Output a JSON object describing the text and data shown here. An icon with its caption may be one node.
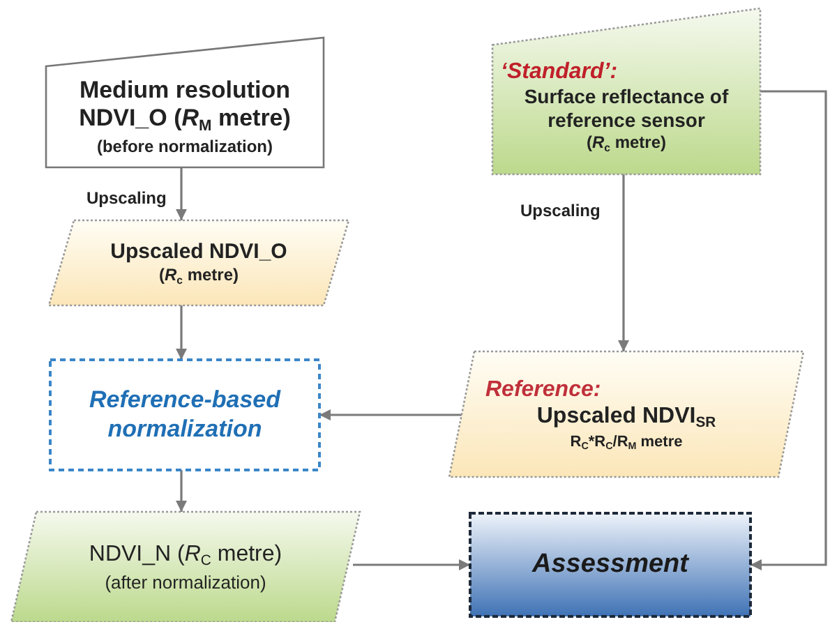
{
  "diagram": {
    "nodes": [
      {
        "text": [
          "Medium resolution",
          "NDVI_O (*R*$_{M}$ metre)",
          "(before normalization)"
        ]
      },
      {
        "text": [
          "Upscaled NDVI_O",
          "(*R*$_{c}$ metre)"
        ]
      },
      {
        "text": [
          "‘Standard’:",
          "Surface reflectance of reference sensor",
          "(*R*$_{c}$ metre)"
        ]
      },
      {
        "text": [
          "Reference-based normalization"
        ]
      },
      {
        "text": [
          "Reference:",
          "Upscaled NDVI$_{SR}$",
          "R$_{C}$*R$_{C}$/R$_{M}$ metre"
        ]
      },
      {
        "text": [
          "NDVI_N (*R*$_{C}$ metre)",
          "(after normalization)"
        ]
      },
      {
        "text": [
          "Assessment"
        ]
      }
    ],
    "edges": [
      {
        "from": 0,
        "to": 1,
        "arrow": "to",
        "label": "Upscaling"
      },
      {
        "from": 1,
        "to": 3,
        "arrow": "to"
      },
      {
        "from": 2,
        "to": 4,
        "arrow": "to",
        "label": "Upscaling"
      },
      {
        "from": 4,
        "to": 3,
        "arrow": "to"
      },
      {
        "from": 3,
        "to": 5,
        "arrow": "to"
      },
      {
        "from": 5,
        "to": 6,
        "arrow": "to"
      },
      {
        "from": 2,
        "to": 6,
        "arrow": "to"
      }
    ]
  }
}
